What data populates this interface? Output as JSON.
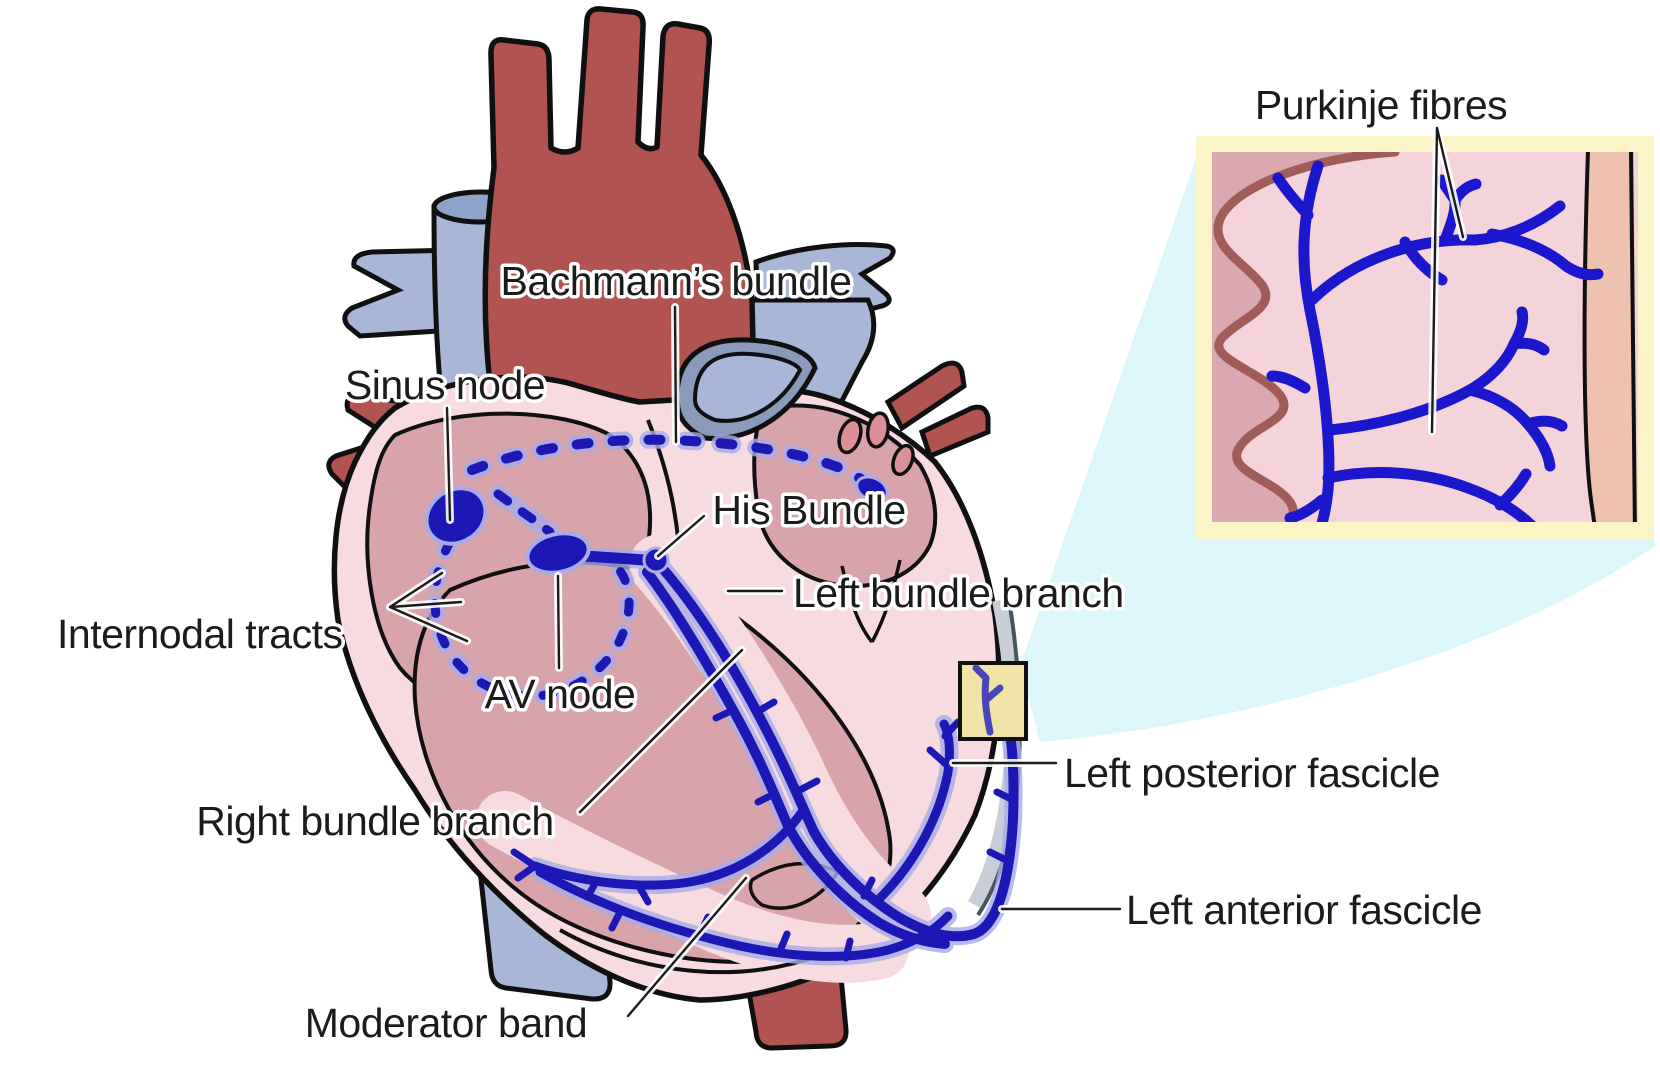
{
  "figure": {
    "kind": "anatomical-diagram",
    "subject": "Electrical conduction system of the heart",
    "inset_subject": "Magnified ventricular wall showing Purkinje fibres"
  },
  "labels": {
    "purkinje_fibres": "Purkinje fibres",
    "bachmanns_bundle": "Bachmann’s bundle",
    "sinus_node": "Sinus node",
    "his_bundle": "His Bundle",
    "internodal_tracts": "Internodal tracts",
    "av_node": "AV node",
    "left_bundle_branch": "Left bundle branch",
    "right_bundle_branch": "Right bundle branch",
    "left_posterior_fascicle": "Left posterior fascicle",
    "left_anterior_fascicle": "Left anterior fascicle",
    "moderator_band": "Moderator band"
  },
  "colors": {
    "conduction_blue": "#1c17b5",
    "conduction_glow": "#a7abe8",
    "artery_red": "#b05351",
    "vein_blue_grey": "#a9b6d8",
    "myocardium_pink": "#d9a3ab",
    "heart_wall_pale": "#f8dbe0",
    "inset_background_pink": "#f5d3da",
    "inset_left_wall_pink": "#d9a8b0",
    "inset_wavy_line_brown": "#a05c58",
    "inset_right_band_peach": "#eec2ae",
    "inset_frame_yellow": "#faf4c6",
    "highlight_box_yellow": "#f2e4a6",
    "zoom_beam_cyan": "#ddf6fa",
    "label_text": "#1b1b1b"
  }
}
